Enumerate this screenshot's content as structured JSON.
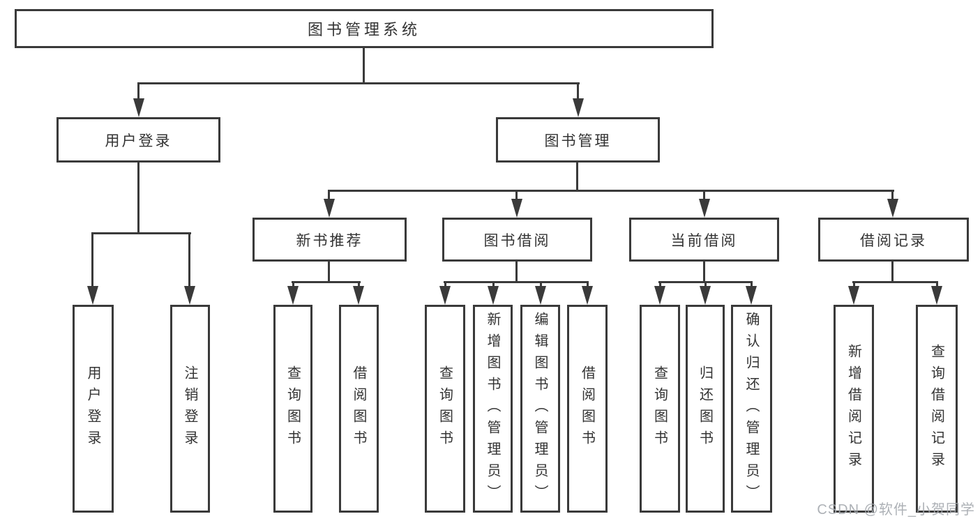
{
  "diagram_title": "图书管理系统",
  "watermark": "CSDN @软件_小贺同学",
  "colors": {
    "line": "#3a3a3a",
    "text": "#333333",
    "background": "#ffffff",
    "watermark": "#a4a8ae"
  },
  "tree": {
    "root": {
      "label": "图书管理系统"
    },
    "branches": [
      {
        "label": "用户登录",
        "children": [
          {
            "label": "用户登录"
          },
          {
            "label": "注销登录"
          }
        ]
      },
      {
        "label": "图书管理",
        "children": [
          {
            "label": "新书推荐",
            "children": [
              {
                "label": "查询图书"
              },
              {
                "label": "借阅图书"
              }
            ]
          },
          {
            "label": "图书借阅",
            "children": [
              {
                "label": "查询图书"
              },
              {
                "label": "新增图书（管理员）"
              },
              {
                "label": "编辑图书（管理员）"
              },
              {
                "label": "借阅图书"
              }
            ]
          },
          {
            "label": "当前借阅",
            "children": [
              {
                "label": "查询图书"
              },
              {
                "label": "归还图书"
              },
              {
                "label": "确认归还（管理员）"
              }
            ]
          },
          {
            "label": "借阅记录",
            "children": [
              {
                "label": "新增借阅记录"
              },
              {
                "label": "查询借阅记录"
              }
            ]
          }
        ]
      }
    ]
  }
}
